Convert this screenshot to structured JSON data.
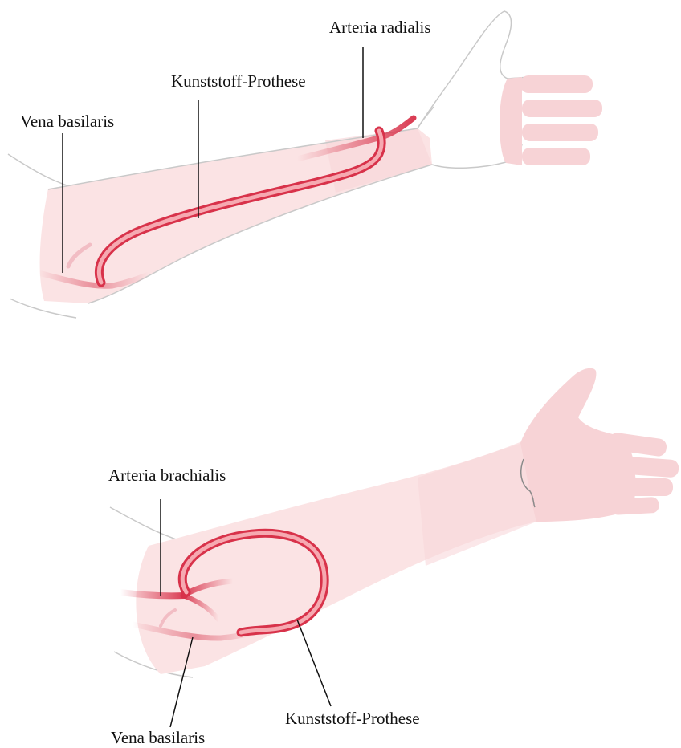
{
  "diagram_top": {
    "label_radial_artery": "Arteria radialis",
    "label_prosthesis": "Kunststoff-Prothese",
    "label_basilic_vein": "Vena basilaris"
  },
  "diagram_bottom": {
    "label_brachial_artery": "Arteria brachialis",
    "label_prosthesis": "Kunststoff-Prothese",
    "label_basilic_vein": "Vena basilaris"
  },
  "colors": {
    "skin_fill": "#fbe3e4",
    "skin_fill_dark": "#f6cfd2",
    "outline": "#c9c9c9",
    "vessel": "#d8324a",
    "graft_core": "#f6a9b1",
    "leader_line": "#111111"
  }
}
